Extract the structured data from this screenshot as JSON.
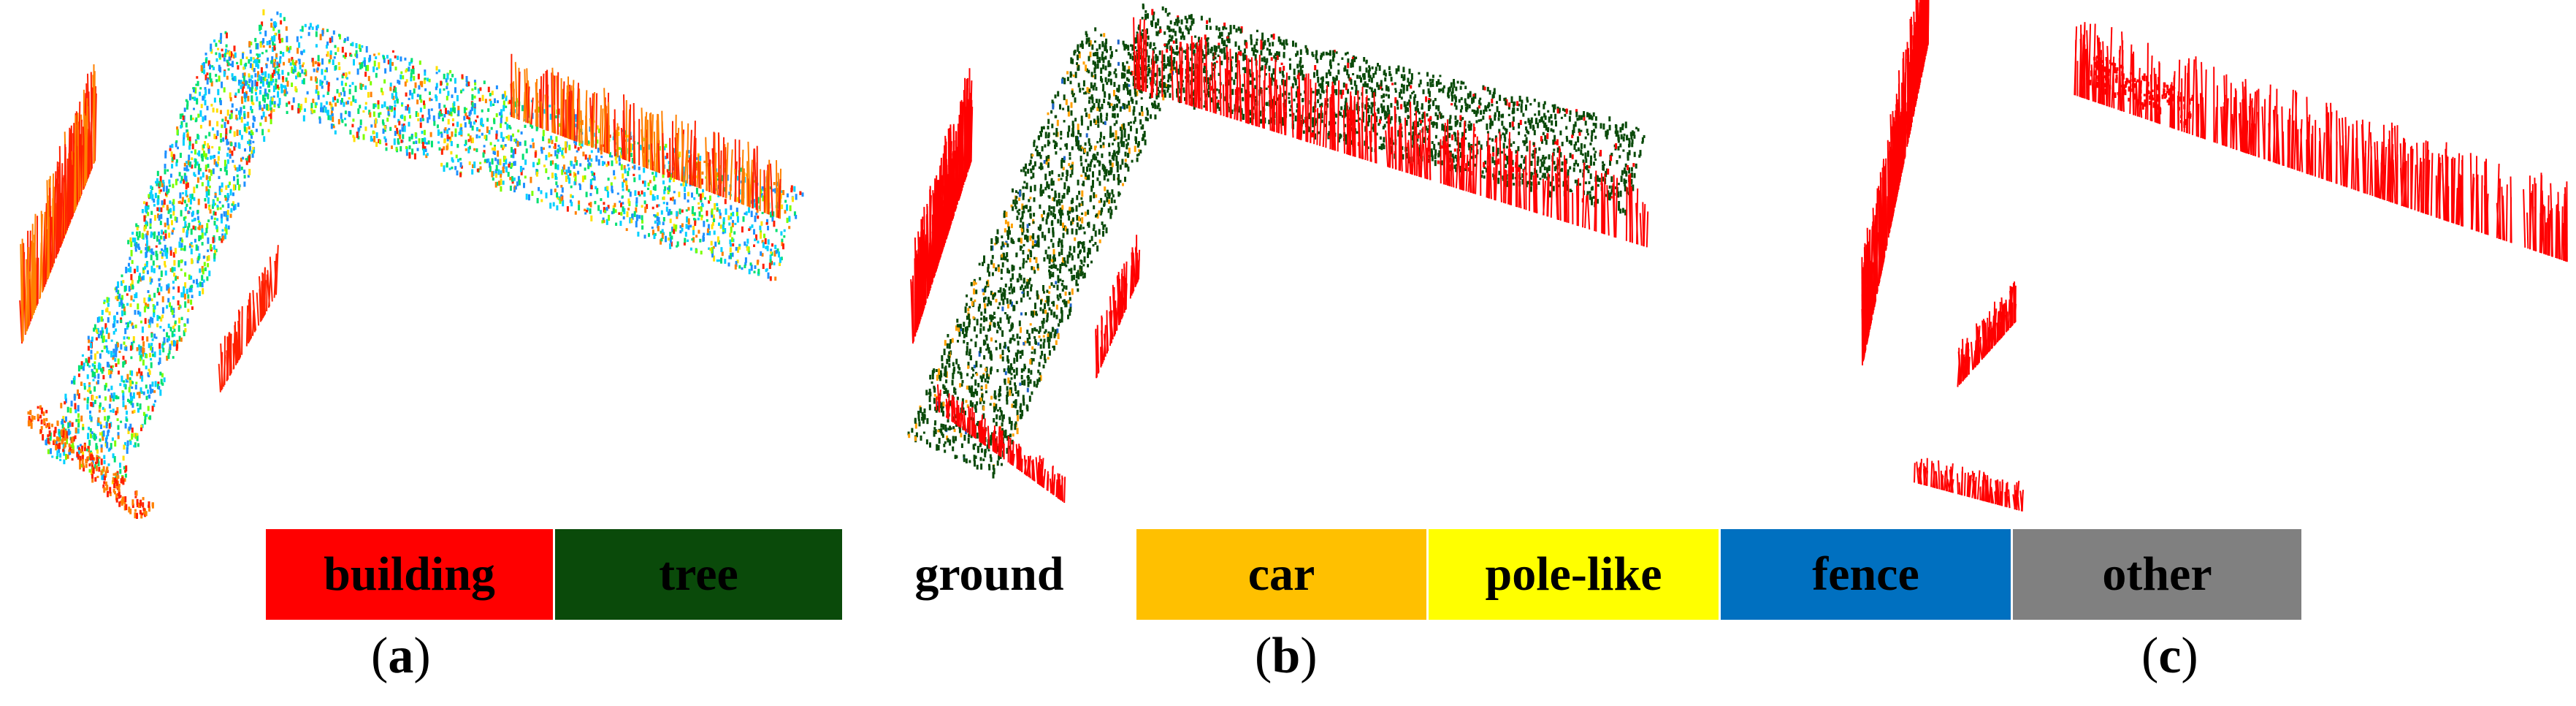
{
  "panels": [
    {
      "id": "a",
      "label": "a",
      "style": "height-colored"
    },
    {
      "id": "b",
      "label": "b",
      "style": "classified"
    },
    {
      "id": "c",
      "label": "c",
      "style": "building-only"
    }
  ],
  "legend": [
    {
      "label": "building",
      "color": "#ff0000"
    },
    {
      "label": "tree",
      "color": "#0a4a0a"
    },
    {
      "label": "ground",
      "color": "#ffffff"
    },
    {
      "label": "car",
      "color": "#ffc000"
    },
    {
      "label": "pole-like",
      "color": "#ffff00"
    },
    {
      "label": "fence",
      "color": "#0070c0"
    },
    {
      "label": "other",
      "color": "#808080"
    }
  ],
  "colors": {
    "building": "#ff0000",
    "tree": "#0a4a0a",
    "car": "#ffa000",
    "fence": "#1e64c8",
    "height_ramp": [
      "#1e90ff",
      "#00d0ff",
      "#00e070",
      "#7cff00",
      "#ffe000",
      "#ff8000",
      "#ff2000"
    ]
  }
}
